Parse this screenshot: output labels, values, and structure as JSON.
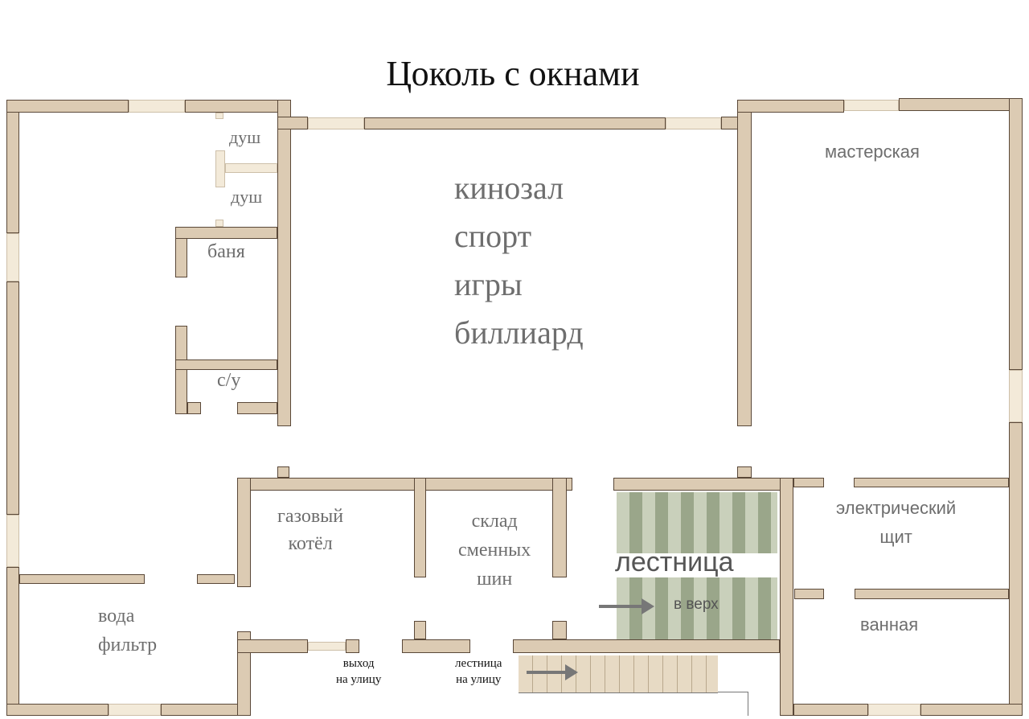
{
  "title": "Цоколь с окнами",
  "rooms": {
    "shower1": "душ",
    "shower2": "душ",
    "bath": "баня",
    "wc": "с/у",
    "hall": [
      "кинозал",
      "спорт",
      "игры",
      "биллиард"
    ],
    "workshop": "мастерская",
    "boiler": [
      "газовый",
      "котёл"
    ],
    "tires": [
      "склад",
      "сменных",
      "шин"
    ],
    "stairs": "лестница",
    "up": "в верх",
    "electric": [
      "электрический",
      "щит"
    ],
    "bathroom": "ванная",
    "water": [
      "вода",
      "фильтр"
    ],
    "exit": [
      "выход",
      "на улицу"
    ],
    "out_stairs": [
      "лестница",
      "на улицу"
    ]
  },
  "colors": {
    "wall": "#dccbb3",
    "stairs": "#9aa68a",
    "text": "#6e6e6e"
  }
}
